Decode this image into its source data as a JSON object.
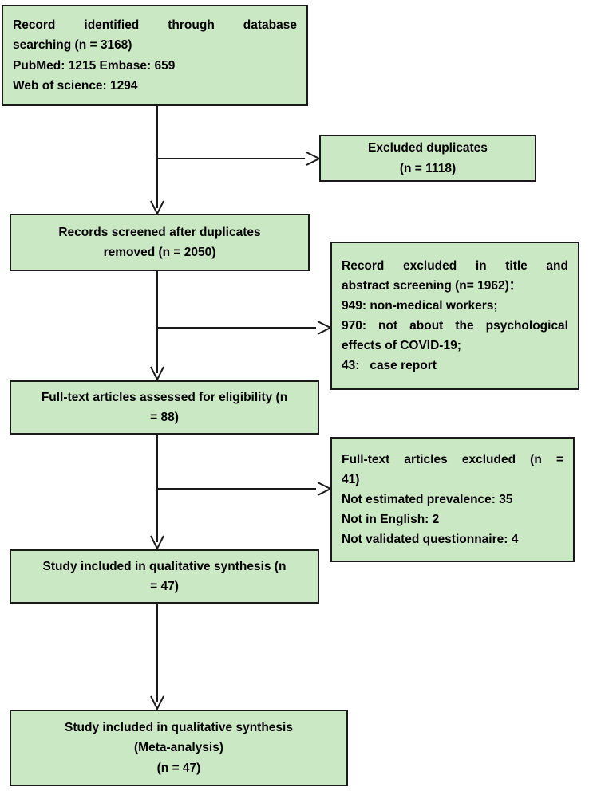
{
  "diagram": {
    "title": "PRISMA study selection flow diagram",
    "colors": {
      "node_fill": "#cbe8c5",
      "node_border": "#1a1a1a",
      "connector": "#1a1a1a",
      "text": "#000000",
      "background": "#ffffff"
    },
    "nodes": {
      "records_identified": {
        "name": "records-identified",
        "lines": [
          "Record identified through database",
          "searching (n = 3168)",
          "PubMed: 1215 Embase: 659",
          "Web of science: 1294"
        ]
      },
      "excluded_duplicates": {
        "name": "excluded-duplicates",
        "lines": [
          "Excluded duplicates",
          "(n = 1118)"
        ]
      },
      "records_screened": {
        "name": "records-screened",
        "lines": [
          "Records screened after duplicates",
          "removed (n = 2050)"
        ]
      },
      "record_excluded_title_abstract": {
        "name": "record-excluded-title-abstract",
        "lines": [
          "Record excluded in title and",
          "abstract screening (n= 1962)：",
          "949: non-medical workers;",
          "970: not about the psychological",
          "effects of COVID-19;",
          "43:   case report"
        ]
      },
      "fulltext_assessed": {
        "name": "fulltext-articles-assessed",
        "lines": [
          "Full-text articles assessed for eligibility (n",
          "= 88)"
        ]
      },
      "fulltext_excluded": {
        "name": "fulltext-articles-excluded",
        "lines": [
          "Full-text articles excluded (n =",
          "41)",
          "Not estimated prevalence: 35",
          "Not in English: 2",
          "Not validated questionnaire: 4"
        ]
      },
      "qualitative_synthesis": {
        "name": "study-included-qualitative-synthesis",
        "lines": [
          "Study included in qualitative synthesis (n",
          "= 47)"
        ]
      },
      "meta_analysis": {
        "name": "study-included-meta-analysis",
        "lines": [
          "Study included in qualitative synthesis",
          "(Meta-analysis)",
          "(n = 47)"
        ]
      }
    }
  }
}
